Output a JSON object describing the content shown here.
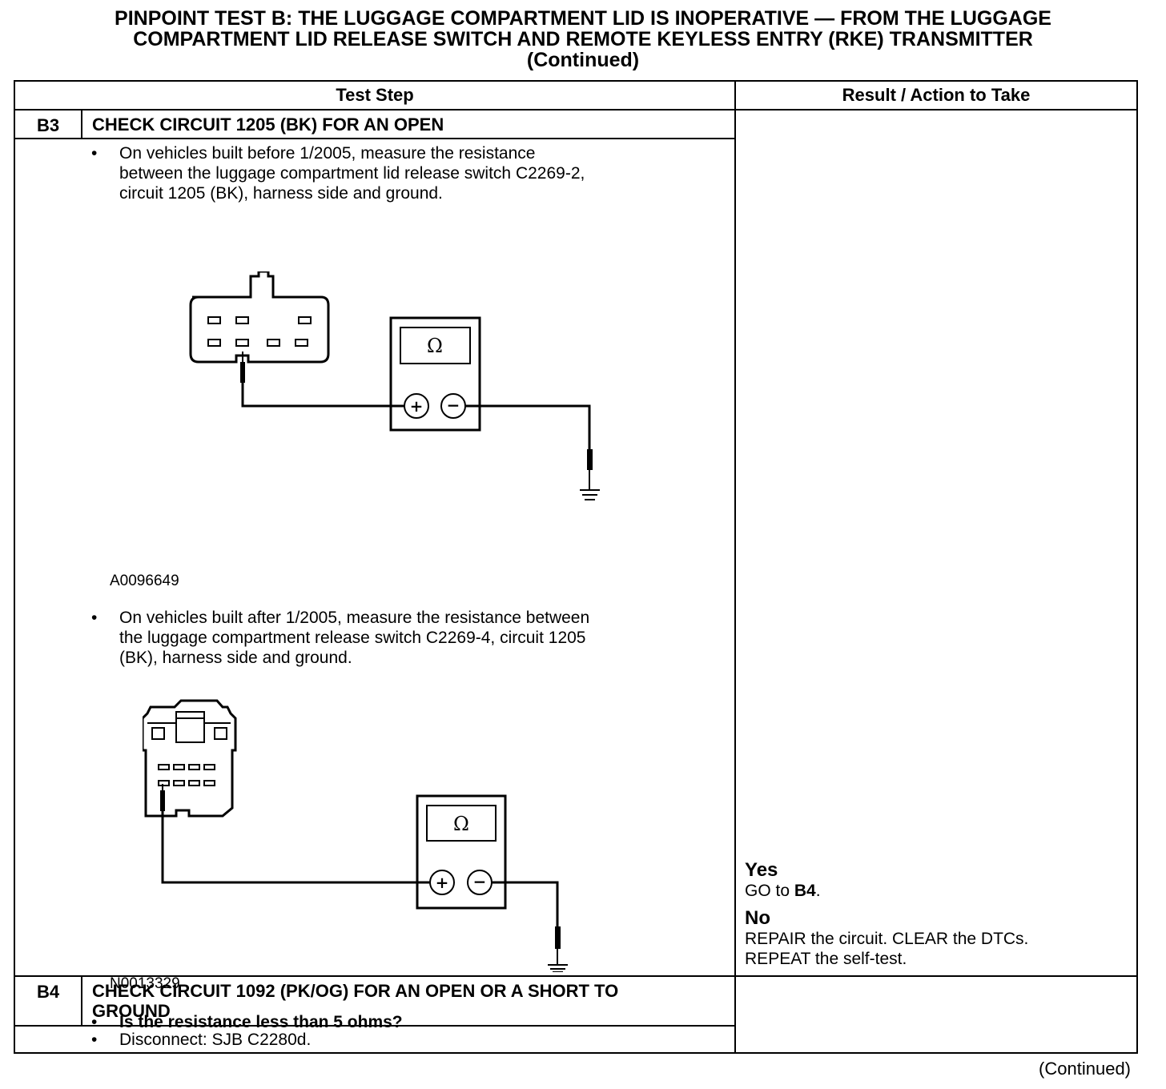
{
  "title": {
    "line1": "PINPOINT TEST B: THE LUGGAGE COMPARTMENT LID IS INOPERATIVE — FROM THE LUGGAGE",
    "line2": "COMPARTMENT LID RELEASE SWITCH AND REMOTE KEYLESS ENTRY (RKE) TRANSMITTER",
    "line3": "(Continued)"
  },
  "table": {
    "headers": [
      "Test Step",
      "Result / Action to Take"
    ],
    "steps": [
      {
        "id": "B3",
        "heading": "CHECK CIRCUIT 1205 (BK) FOR AN OPEN",
        "bullet1": "On vehicles built before 1/2005, measure the resistance between the luggage compartment lid release switch C2269-2, circuit 1205 (BK), harness side and ground.",
        "bullet1_lines": [
          "On vehicles built before 1/2005, measure the resistance",
          "between the luggage compartment lid release switch C2269-2,",
          "circuit 1205 (BK), harness side and ground."
        ],
        "figure1_id": "A0096649",
        "bullet2_lines": [
          "On vehicles built after 1/2005, measure the resistance between",
          "the luggage compartment release switch C2269-4, circuit 1205",
          "(BK), harness side and ground."
        ],
        "figure2_id": "N0013329",
        "question": "Is the resistance less than 5 ohms?",
        "meter_symbol": "Ω",
        "meter_plus": "+",
        "meter_minus": "−",
        "result": {
          "yes_label": "Yes",
          "yes_text_prefix": "GO to ",
          "yes_target": "B4",
          "yes_text_suffix": ".",
          "no_label": "No",
          "no_line1": "REPAIR the circuit. CLEAR the DTCs.",
          "no_line2": "REPEAT the self-test."
        }
      },
      {
        "id": "B4",
        "heading_line1": "CHECK CIRCUIT 1092 (PK/OG) FOR AN OPEN OR A SHORT TO",
        "heading_line2": "GROUND",
        "bullet1": "Disconnect: SJB C2280d."
      }
    ]
  },
  "footer": "(Continued)",
  "bullet_char": "•"
}
